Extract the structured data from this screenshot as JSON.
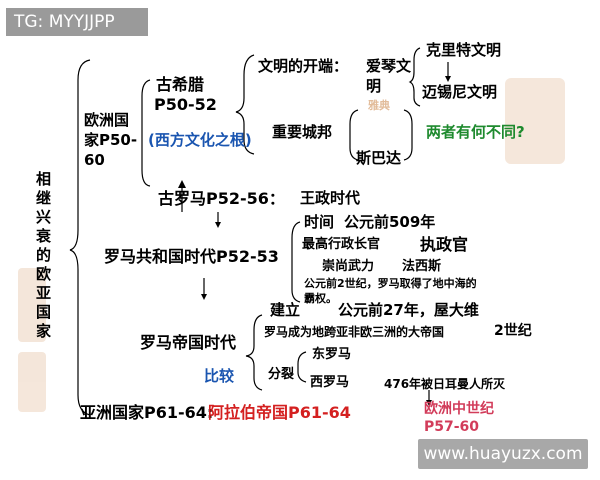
{
  "watermark_top": "TG: MYYJJPP",
  "watermark_bottom": "www.huayuzx.com",
  "root_label": [
    "相",
    "继",
    "兴",
    "衰",
    "的",
    "欧",
    "亚",
    "国",
    "家"
  ],
  "europe": {
    "line1": "欧洲国",
    "line2": "家P50-",
    "line3": "60"
  },
  "greece": {
    "title": "古希腊",
    "pages": "P50-52",
    "note": "(西方文化之根)"
  },
  "civ_start": {
    "label": "文明的开端：",
    "aegean1": "爱琴文",
    "aegean2": "明",
    "crete": "克里特文明",
    "mycenae": "迈锡尼文明"
  },
  "city_states": {
    "label": "重要城邦",
    "sparta": "斯巴达",
    "question": "两者有何不同?"
  },
  "rome": {
    "title": "古罗马P52-56：",
    "kingdom1": "王政时代",
    "kingdom2": "时间"
  },
  "republic": {
    "title": "罗马共和国时代P52-53",
    "time": "公元前509年",
    "official_label": "最高行政长官",
    "official": "执政官",
    "martial": "崇尚武力",
    "fascism": "法西斯",
    "note1": "公元前2世纪，罗马取得了地中海的",
    "note2": "霸权。"
  },
  "empire": {
    "title": "罗马帝国时代",
    "founded": "建立",
    "founded_time": "公元前27年，屋大维",
    "empire_note": "罗马成为地跨亚非欧三洲的大帝国",
    "century": "2世纪",
    "compare": "比较",
    "split": "分裂",
    "east": "东罗马",
    "west": "西罗马",
    "west_fall": "476年被日耳曼人所灭",
    "medieval1": "欧洲中世纪",
    "medieval2": "P57-60"
  },
  "asia": {
    "label": "亚洲国家P61-64:",
    "arab": "阿拉伯帝国P61-64"
  },
  "seal_text": "雅典",
  "colors": {
    "blue": "#1a55b0",
    "red": "#d42020",
    "green": "#1e8a2e",
    "pink": "#d23c5a"
  }
}
